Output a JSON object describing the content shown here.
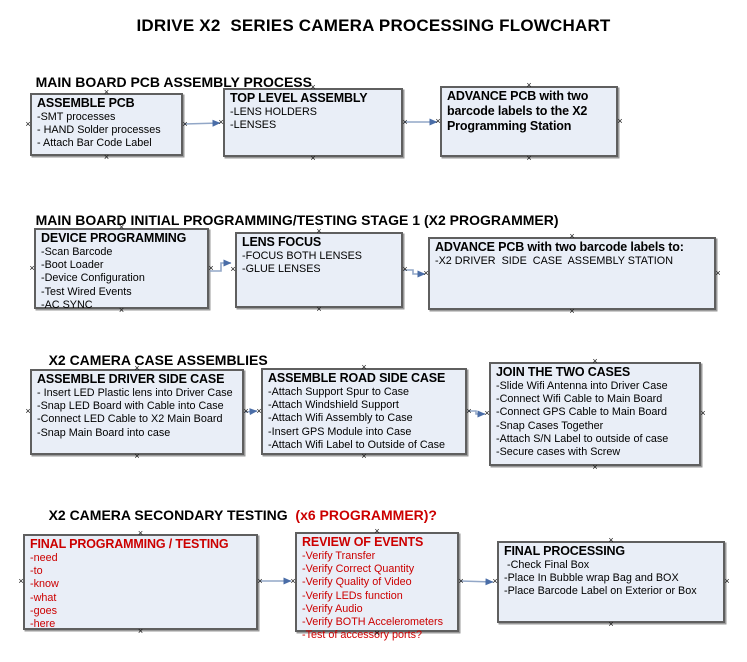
{
  "title": "IDRIVE X2  SERIES CAMERA PROCESSING FLOWCHART",
  "colors": {
    "box_fill": "#e9eef7",
    "box_border": "#5f5f5f",
    "arrow_line": "#92a7c7",
    "arrow_head": "#4a6da7",
    "red_text": "#cc0000",
    "text": "#000000"
  },
  "sections": [
    {
      "heading": "MAIN BOARD PCB ASSEMBLY PROCESS",
      "heading_red": "",
      "boxes": [
        {
          "title": "ASSEMBLE PCB",
          "items": [
            "-SMT processes",
            "- HAND Solder processes",
            "- Attach Bar Code Label"
          ]
        },
        {
          "title": "TOP LEVEL ASSEMBLY",
          "items": [
            "-LENS HOLDERS",
            "-LENSES"
          ]
        },
        {
          "title": "ADVANCE PCB with two barcode labels to the X2 Programming Station",
          "items": []
        }
      ]
    },
    {
      "heading": "MAIN BOARD INITIAL PROGRAMMING/TESTING STAGE 1 (X2 PROGRAMMER)",
      "heading_red": "",
      "boxes": [
        {
          "title": "DEVICE PROGRAMMING",
          "items": [
            "-Scan Barcode",
            "-Boot Loader",
            "-Device Configuration",
            "-Test Wired Events",
            "-AC SYNC"
          ]
        },
        {
          "title": "LENS FOCUS",
          "items": [
            "-FOCUS BOTH LENSES",
            "-GLUE LENSES"
          ]
        },
        {
          "title": "ADVANCE PCB with two barcode labels to:",
          "items": [
            "-X2 DRIVER  SIDE  CASE  ASSEMBLY STATION"
          ]
        }
      ]
    },
    {
      "heading": "X2 CAMERA CASE ASSEMBLIES",
      "heading_red": "",
      "boxes": [
        {
          "title": "ASSEMBLE DRIVER SIDE CASE",
          "items": [
            "- Insert LED Plastic lens into Driver Case",
            "-Snap LED Board with Cable into Case",
            "-Connect LED Cable to X2 Main Board",
            "-Snap Main Board into case"
          ]
        },
        {
          "title": "ASSEMBLE ROAD SIDE CASE",
          "items": [
            "-Attach Support Spur to Case",
            "-Attach Windshield Support",
            "-Attach Wifi Assembly to Case",
            "-Insert GPS Module into Case",
            "-Attach Wifi Label to Outside of Case"
          ]
        },
        {
          "title": "JOIN THE TWO CASES",
          "items": [
            "-Slide Wifi Antenna into Driver Case",
            "-Connect Wifi Cable to Main Board",
            "-Connect GPS Cable to Main Board",
            "-Snap Cases Together",
            "-Attach S/N Label to outside of case",
            "-Secure cases with Screw"
          ]
        }
      ]
    },
    {
      "heading": "X2 CAMERA SECONDARY TESTING ",
      "heading_red": " (x6 PROGRAMMER)?",
      "boxes": [
        {
          "title": "FINAL PROGRAMMING / TESTING",
          "items": [
            "-need",
            "-to",
            "-know",
            "-what",
            "-goes",
            "-here"
          ]
        },
        {
          "title": "REVIEW OF EVENTS",
          "items": [
            "-Verify Transfer",
            "-Verify Correct Quantity",
            "-Verify Quality of Video",
            "-Verify LEDs function",
            "-Verify Audio",
            "-Verify BOTH Accelerometers",
            "-Test of accessory ports?"
          ]
        },
        {
          "title": "FINAL PROCESSING",
          "items": [
            " -Check Final Box",
            "-Place In Bubble wrap Bag and BOX",
            "-Place Barcode Label on Exterior or Box"
          ]
        }
      ]
    }
  ]
}
